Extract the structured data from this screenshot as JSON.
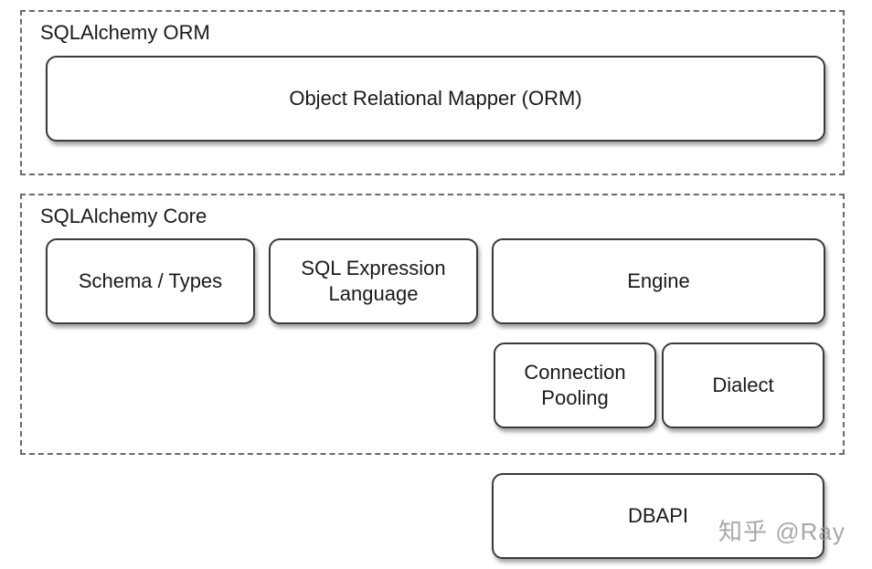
{
  "orm_group": {
    "label": "SQLAlchemy ORM",
    "components": {
      "orm": "Object Relational Mapper (ORM)"
    }
  },
  "core_group": {
    "label": "SQLAlchemy Core",
    "components": {
      "schema_types": "Schema / Types",
      "sql_expression": "SQL Expression\nLanguage",
      "engine": "Engine",
      "connection_pooling": "Connection\nPooling",
      "dialect": "Dialect"
    }
  },
  "dbapi": "DBAPI",
  "watermark": "知乎 @Ray"
}
